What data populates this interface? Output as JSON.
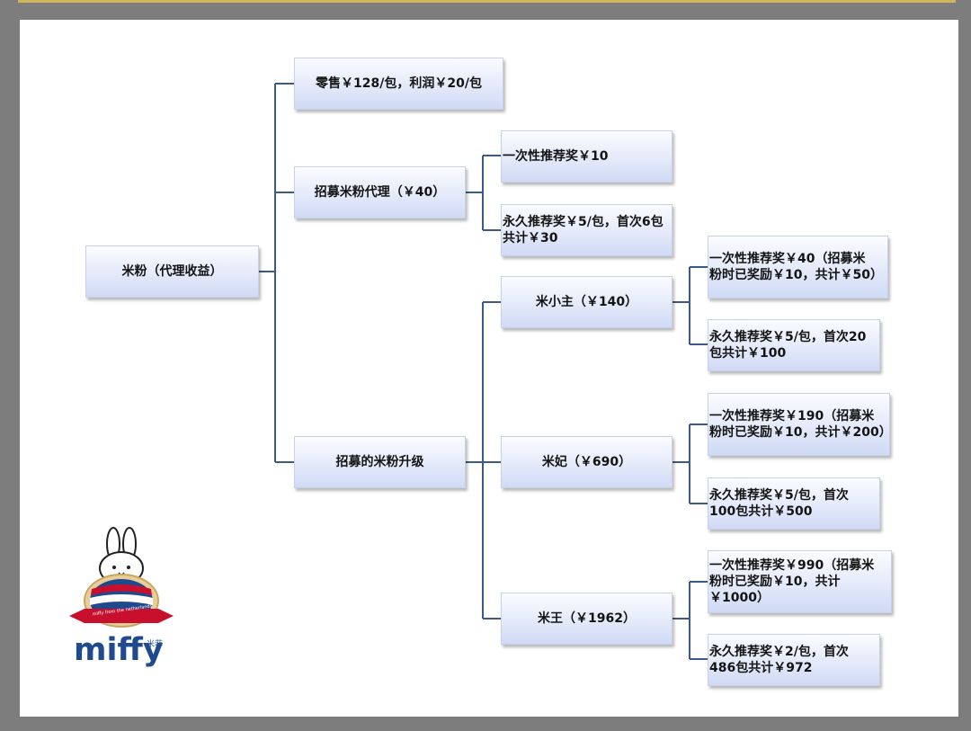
{
  "root": {
    "label": "米粉（代理收益）"
  },
  "retail": {
    "label": "零售￥128/包，利润￥20/包"
  },
  "recruit_agent": {
    "label": "招募米粉代理（￥40）",
    "one_time": "一次性推荐奖￥10",
    "permanent": "永久推荐奖￥5/包，首次6包\n共计￥30"
  },
  "upgrade": {
    "label": "招募的米粉升级",
    "tiers": [
      {
        "label": "米小主（￥140）",
        "one_time": "一次性推荐奖￥40（招募米\n粉时已奖励￥10，共计￥50）",
        "permanent": "永久推荐奖￥5/包，首次20\n包共计￥100"
      },
      {
        "label": "米妃（￥690）",
        "one_time": "一次性推荐奖￥190（招募米\n粉时已奖励￥10，共计￥200）",
        "permanent": "永久推荐奖￥5/包，首次\n100包共计￥500"
      },
      {
        "label": "米王（￥1962）",
        "one_time": "一次性推荐奖￥990（招募米\n粉时已奖励￥10，共计\n￥1000）",
        "permanent": "永久推荐奖￥2/包，首次\n486包共计￥972"
      }
    ]
  },
  "logo": {
    "wordmark": "miffy",
    "chinese": "米菲",
    "ribbon": "miffy from the netherlands"
  },
  "colors": {
    "connector": "#3c5a86",
    "logo_blue": "#1f4a8d",
    "logo_red": "#c8102e",
    "background": "#7d7d7d",
    "top_bar": "#d2b45a"
  }
}
